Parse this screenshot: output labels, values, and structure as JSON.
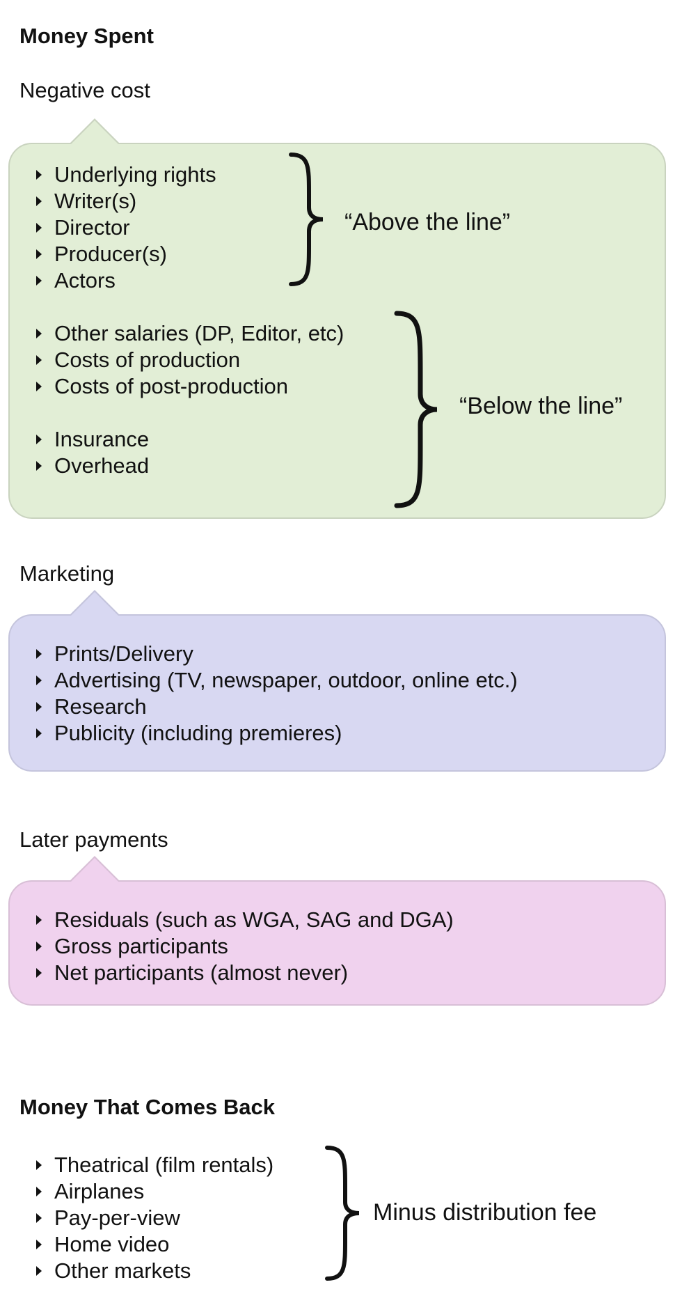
{
  "money_spent": {
    "heading": "Money Spent",
    "negative_cost": {
      "label": "Negative cost",
      "above_items": [
        "Underlying rights",
        "Writer(s)",
        "Director",
        "Producer(s)",
        "Actors"
      ],
      "above_label": "“Above the line”",
      "below_items_a": [
        "Other salaries (DP, Editor, etc)",
        "Costs of production",
        "Costs of post-production"
      ],
      "below_items_b": [
        "Insurance",
        "Overhead"
      ],
      "below_label": "“Below the line”"
    },
    "marketing": {
      "label": "Marketing",
      "items": [
        "Prints/Delivery",
        "Advertising (TV, newspaper, outdoor, online etc.)",
        "Research",
        "Publicity (including premieres)"
      ]
    },
    "later_payments": {
      "label": "Later payments",
      "items": [
        "Residuals (such as WGA, SAG and DGA)",
        "Gross participants",
        "Net participants (almost never)"
      ]
    }
  },
  "money_back": {
    "heading": "Money That Comes Back",
    "items": [
      "Theatrical (film rentals)",
      "Airplanes",
      "Pay-per-view",
      "Home video",
      "Other markets"
    ],
    "brace_label": "Minus distribution fee"
  },
  "colors": {
    "negative_cost_bg": "#e2eed6",
    "marketing_bg": "#d8d8f2",
    "later_payments_bg": "#f0d2ee"
  }
}
